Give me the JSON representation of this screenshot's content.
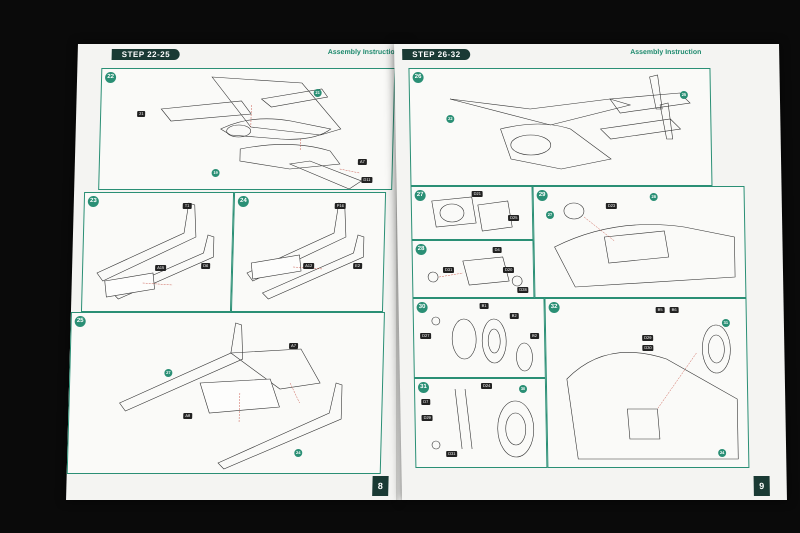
{
  "left_page": {
    "step_header": "STEP 22-25",
    "title": "Assembly Instruction",
    "page_number": "8",
    "panels": [
      {
        "id": "22",
        "tags": [
          "21",
          "A7",
          "D11"
        ]
      },
      {
        "id": "23",
        "tags": [
          "T1",
          "A15",
          "D6"
        ]
      },
      {
        "id": "24",
        "tags": [
          "P16",
          "A12",
          "E2"
        ]
      },
      {
        "id": "25",
        "tags": [
          "A7",
          "A9"
        ],
        "circled": [
          "27",
          "24"
        ]
      }
    ],
    "circled_22": [
      "19",
      "21"
    ]
  },
  "right_page": {
    "step_header": "STEP 26-32",
    "title": "Assembly Instruction",
    "page_number": "9",
    "panels": [
      {
        "id": "26",
        "circled": [
          "25",
          "22"
        ]
      },
      {
        "id": "27",
        "tags": [
          "D21",
          "D25"
        ]
      },
      {
        "id": "28",
        "tags": [
          "D4",
          "D31",
          "D20",
          "D28"
        ]
      },
      {
        "id": "29",
        "circled": [
          "27",
          "28"
        ],
        "tags": [
          "D23"
        ]
      },
      {
        "id": "30",
        "tags": [
          "B1",
          "D27",
          "B2",
          "B2"
        ]
      },
      {
        "id": "31",
        "tags": [
          "D7",
          "D29",
          "D31",
          "D24"
        ],
        "circled": [
          "30"
        ]
      },
      {
        "id": "32",
        "tags": [
          "B5",
          "B6",
          "D29",
          "D30"
        ],
        "circled": [
          "31",
          "24"
        ]
      }
    ]
  },
  "colors": {
    "accent": "#2a8f75",
    "header_bg": "#1a3a34",
    "background": "#0a0a0a",
    "paper": "#f4f4f2"
  }
}
